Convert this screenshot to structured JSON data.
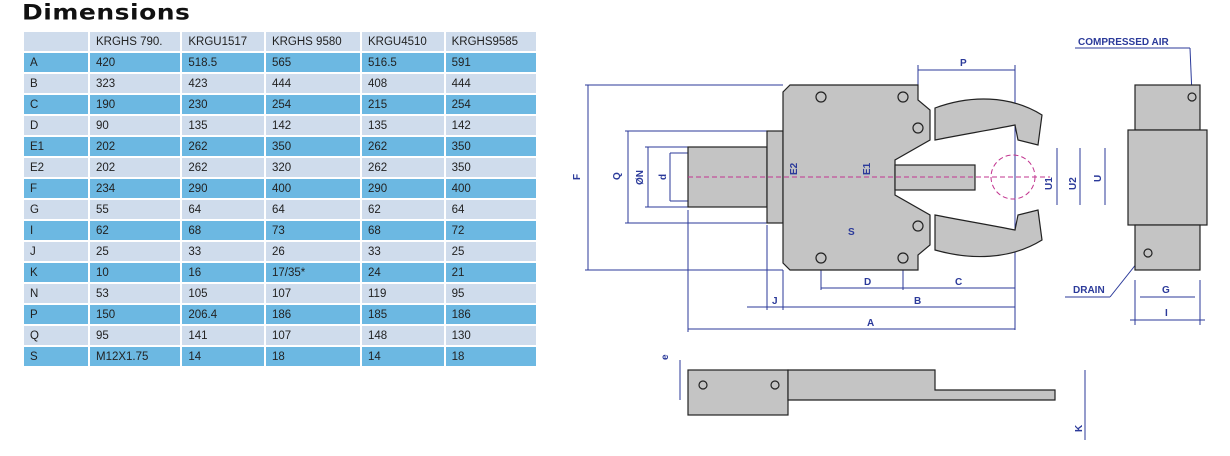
{
  "title": "Dimensions",
  "table": {
    "columns": [
      "",
      "KRGHS 790.",
      "KRGU1517",
      "KRGHS 9580",
      "KRGU4510",
      "KRGHS9585"
    ],
    "rows": [
      [
        "A",
        "420",
        "518.5",
        "565",
        "516.5",
        "591"
      ],
      [
        "B",
        "323",
        "423",
        "444",
        "408",
        "444"
      ],
      [
        "C",
        "190",
        "230",
        "254",
        "215",
        "254"
      ],
      [
        "D",
        "90",
        "135",
        "142",
        "135",
        "142"
      ],
      [
        "E1",
        "202",
        "262",
        "350",
        "262",
        "350"
      ],
      [
        "E2",
        "202",
        "262",
        "320",
        "262",
        "350"
      ],
      [
        "F",
        "234",
        "290",
        "400",
        "290",
        "400"
      ],
      [
        "G",
        "55",
        "64",
        "64",
        "62",
        "64"
      ],
      [
        "I",
        "62",
        "68",
        "73",
        "68",
        "72"
      ],
      [
        "J",
        "25",
        "33",
        "26",
        "33",
        "25"
      ],
      [
        "K",
        "10",
        "16",
        "17/35*",
        "24",
        "21"
      ],
      [
        "N",
        "53",
        "105",
        "107",
        "119",
        "95"
      ],
      [
        "P",
        "150",
        "206.4",
        "186",
        "185",
        "186"
      ],
      [
        "Q",
        "95",
        "141",
        "107",
        "148",
        "130"
      ],
      [
        "S",
        "M12X1.75",
        "14",
        "18",
        "14",
        "18"
      ]
    ]
  },
  "drawing": {
    "labels": {
      "P": "P",
      "F": "F",
      "Q": "Q",
      "N": "ØN",
      "d": "d",
      "E2": "E2",
      "E1": "E1",
      "S": "S",
      "D": "D",
      "C": "C",
      "J": "J",
      "B": "B",
      "A": "A",
      "U1": "U1",
      "U2": "U2",
      "U": "U",
      "G": "G",
      "I": "I",
      "e": "e",
      "K": "K",
      "air": "COMPRESSED AIR",
      "drain": "DRAIN"
    },
    "colors": {
      "body": "#c4c4c4",
      "dim": "#2b3a9a",
      "center": "#c2348f"
    }
  }
}
